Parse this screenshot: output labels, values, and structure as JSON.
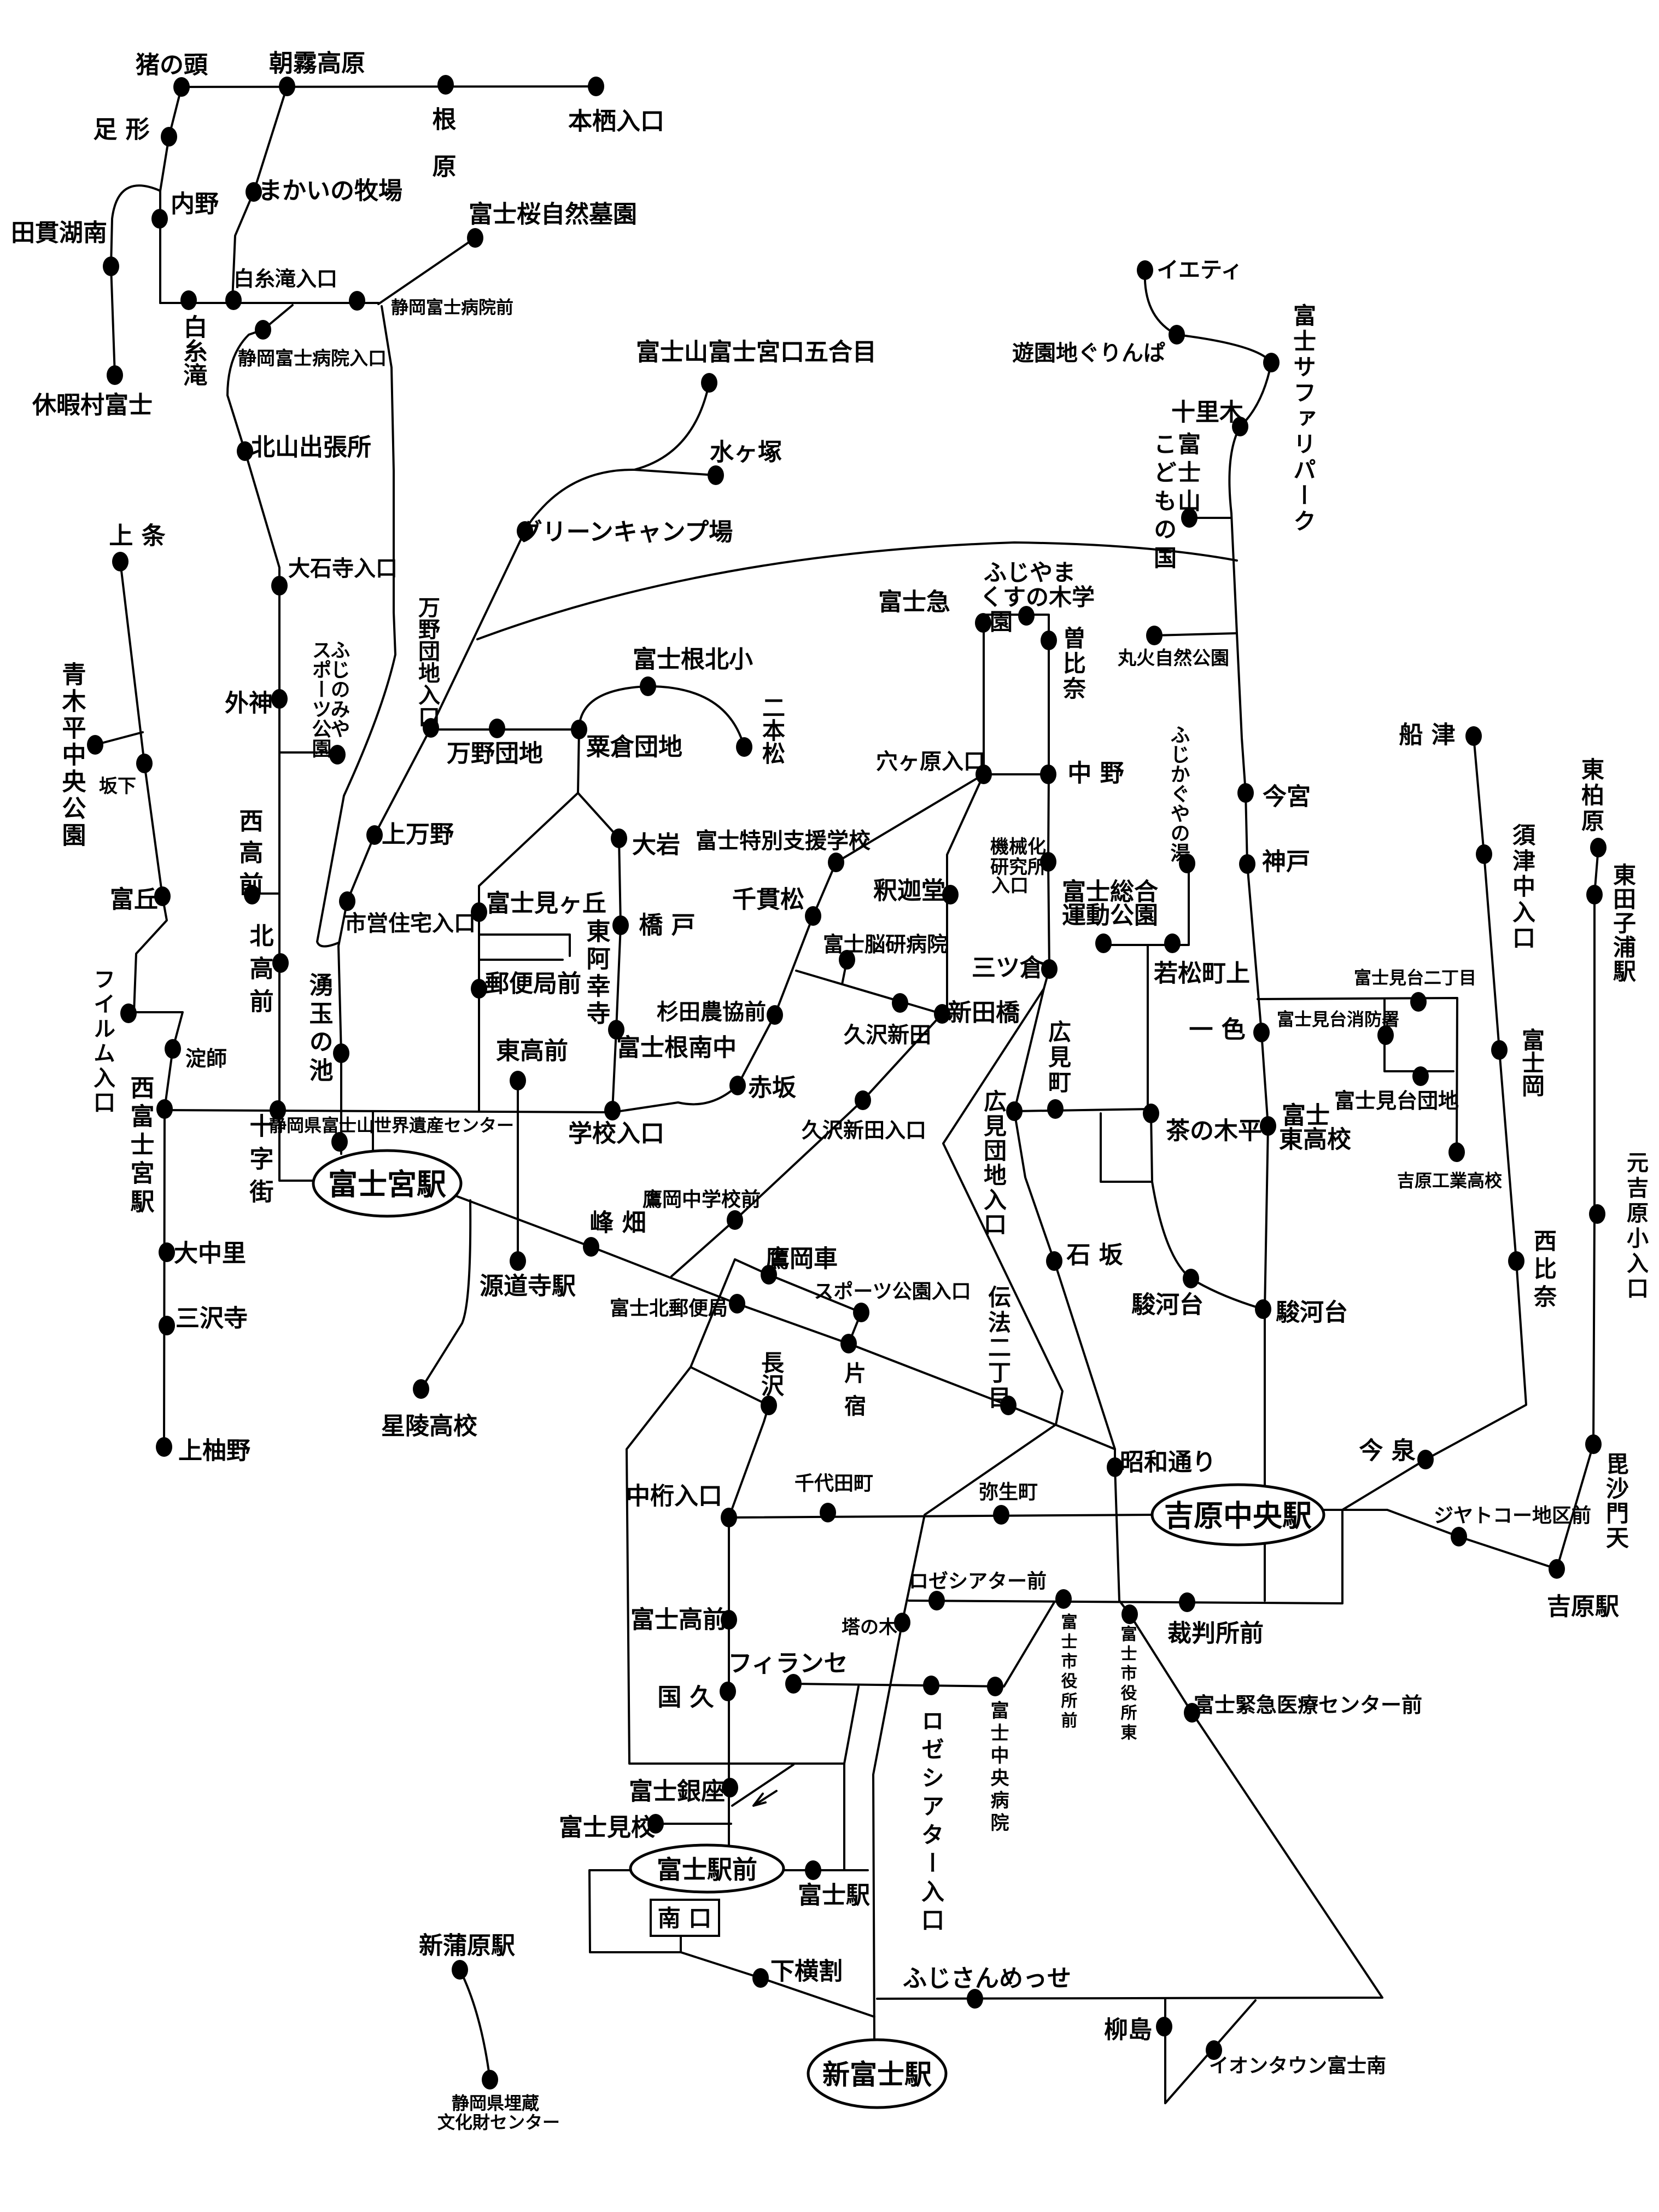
{
  "colors": {
    "line": "#000000",
    "background": "#ffffff"
  },
  "stations": {
    "fujinomiya": "富士宮駅",
    "fuji_ekimae": "富士駅前",
    "yoshiwara_chuo": "吉原中央駅",
    "shin_fuji": "新富士駅",
    "south_exit": "南 口"
  },
  "stops": [
    [
      "猪の頭"
    ],
    [
      "朝霧高原"
    ],
    [
      "根原"
    ],
    [
      "本栖入口"
    ],
    [
      "足 形"
    ],
    [
      "内野"
    ],
    [
      "田貫湖南"
    ],
    [
      "休暇村富士"
    ],
    [
      "まかいの牧場"
    ],
    [
      "富士桜自然墓園"
    ],
    [
      "白糸滝入口"
    ],
    [
      "白糸滝"
    ],
    [
      "静岡富士病院前"
    ],
    [
      "静岡富士病院入口"
    ],
    [
      "北山出張所"
    ],
    [
      "大石寺入口"
    ],
    [
      "富士山富士宮口五合目"
    ],
    [
      "水ヶ塚"
    ],
    [
      "グリーンキャンプ場"
    ],
    [
      "上 条"
    ],
    [
      "外神"
    ],
    [
      "ふじのみや",
      "スポーツ公園"
    ],
    [
      "万野団地入口"
    ],
    [
      "万野団地"
    ],
    [
      "粟倉団地"
    ],
    [
      "富士根北小"
    ],
    [
      "二本松"
    ],
    [
      "青木平中央公園"
    ],
    [
      "坂下"
    ],
    [
      "西高前"
    ],
    [
      "上万野"
    ],
    [
      "大岩"
    ],
    [
      "富士特別支援学校"
    ],
    [
      "富丘"
    ],
    [
      "市営住宅入口"
    ],
    [
      "富士見ヶ丘"
    ],
    [
      "千貫松"
    ],
    [
      "橋 戸"
    ],
    [
      "東阿幸寺"
    ],
    [
      "北高前"
    ],
    [
      "郵便局前"
    ],
    [
      "フイルム入口"
    ],
    [
      "湧玉の池"
    ],
    [
      "杉田農協前"
    ],
    [
      "富士根南中"
    ],
    [
      "淀師"
    ],
    [
      "東高前"
    ],
    [
      "赤坂"
    ],
    [
      "西富士宮駅"
    ],
    [
      "十字街"
    ],
    [
      "学校入口"
    ],
    [
      "静岡県富士山世界遺産センター"
    ],
    [
      "峰 畑"
    ],
    [
      "鷹岡中学校前"
    ],
    [
      "源道寺駅"
    ],
    [
      "大中里"
    ],
    [
      "三沢寺"
    ],
    [
      "鷹岡車"
    ],
    [
      "富士北郵便局"
    ],
    [
      "スポーツ公園入口"
    ],
    [
      "片宿"
    ],
    [
      "長沢"
    ],
    [
      "星陵高校"
    ],
    [
      "上柚野"
    ],
    [
      "伝法二丁目"
    ],
    [
      "昭和通り"
    ],
    [
      "中桁入口"
    ],
    [
      "千代田町"
    ],
    [
      "弥生町"
    ],
    [
      "富士高前"
    ],
    [
      "ロゼシアター前"
    ],
    [
      "塔の木"
    ],
    [
      "富士市役所前"
    ],
    [
      "富士市役所東"
    ],
    [
      "裁判所前"
    ],
    [
      "フィランセ"
    ],
    [
      "国 久"
    ],
    [
      "富士中央病院"
    ],
    [
      "ロゼシアター入口"
    ],
    [
      "富士緊急医療センター前"
    ],
    [
      "富士銀座"
    ],
    [
      "富士見校"
    ],
    [
      "富士駅"
    ],
    [
      "新蒲原駅"
    ],
    [
      "下横割"
    ],
    [
      "ふじさんめっせ"
    ],
    [
      "柳島"
    ],
    [
      "イオンタウン富士南"
    ],
    [
      "静岡県埋蔵",
      "文化財センター"
    ],
    [
      "イエティ"
    ],
    [
      "遊園地ぐりんぱ"
    ],
    [
      "富士サファリパーク"
    ],
    [
      "十里木"
    ],
    [
      "富士山",
      "こどもの国"
    ],
    [
      "丸火自然公園"
    ],
    [
      "富士急"
    ],
    [
      "ふじやま",
      "くすの木学",
      "園"
    ],
    [
      "曽比奈"
    ],
    [
      "穴ヶ原入口"
    ],
    [
      "中 野"
    ],
    [
      "ふじかぐやの湯"
    ],
    [
      "機械化",
      "研究所",
      "入口"
    ],
    [
      "釈迦堂"
    ],
    [
      "富士総合",
      "運動公園"
    ],
    [
      "若松町上"
    ],
    [
      "富士脳研病院"
    ],
    [
      "三ツ倉"
    ],
    [
      "新田橋"
    ],
    [
      "久沢新田"
    ],
    [
      "広見町"
    ],
    [
      "広見団地入口"
    ],
    [
      "久沢新田入口"
    ],
    [
      "茶の木平"
    ],
    [
      "石 坂"
    ],
    [
      "駿河台"
    ],
    [
      "駿河台"
    ],
    [
      "今宮"
    ],
    [
      "神戸"
    ],
    [
      "一 色"
    ],
    [
      "富士",
      "東高校"
    ],
    [
      "富士見台二丁目"
    ],
    [
      "富士見台消防署"
    ],
    [
      "富士見台団地"
    ],
    [
      "吉原工業高校"
    ],
    [
      "船 津"
    ],
    [
      "須津中入口"
    ],
    [
      "富士岡"
    ],
    [
      "西比奈"
    ],
    [
      "東柏原"
    ],
    [
      "東田子浦駅"
    ],
    [
      "元吉原小入口"
    ],
    [
      "今 泉"
    ],
    [
      "ジヤトコー地区前"
    ],
    [
      "吉原駅"
    ],
    [
      "毘沙門天"
    ]
  ]
}
